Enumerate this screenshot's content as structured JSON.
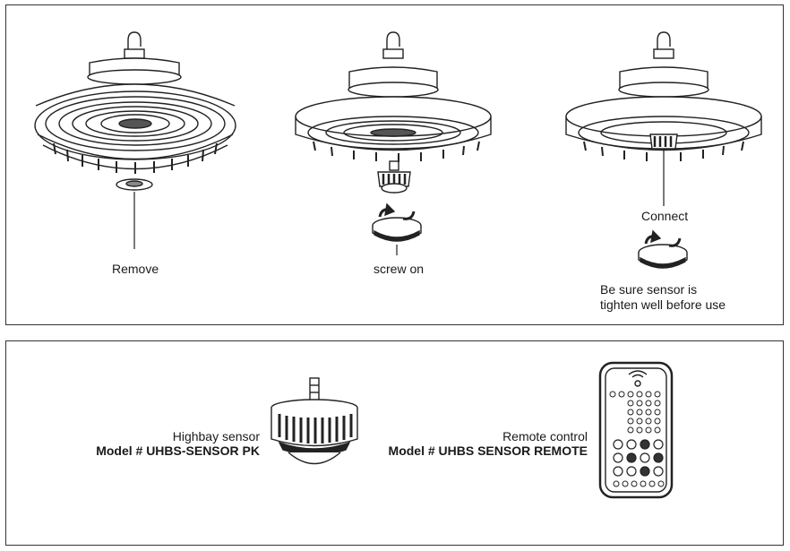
{
  "steps": {
    "remove_label": "Remove",
    "screw_label": "screw on",
    "connect_label": "Connect",
    "note_line1": "Be sure sensor is",
    "note_line2": "tighten well before use"
  },
  "products": {
    "sensor": {
      "name": "Highbay sensor",
      "model": "Model # UHBS-SENSOR PK"
    },
    "remote": {
      "name": "Remote control",
      "model": "Model # UHBS SENSOR REMOTE"
    }
  }
}
